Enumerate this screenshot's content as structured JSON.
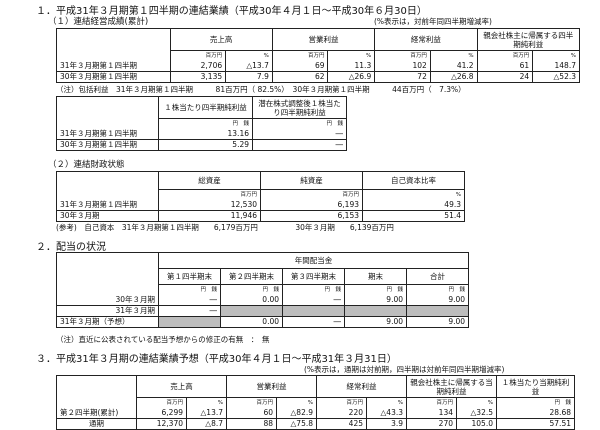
{
  "sec1": {
    "title": "１．平成31年３月期第１四半期の連結業績（平成30年４月１日～平成30年６月30日）",
    "sub1": "（１）連結経営成績(累計)",
    "pct_note": "(%表示は，対前年同四半期増減率)",
    "headers": [
      "売上高",
      "営業利益",
      "経常利益",
      "親会社株主に帰属する四半期純利益"
    ],
    "units": {
      "yen_m": "百万円",
      "pct": "%"
    },
    "rows": [
      {
        "label": "31年３月期第１四半期",
        "v": [
          "2,706",
          "△13.7",
          "69",
          "11.3",
          "102",
          "41.2",
          "61",
          "148.7"
        ]
      },
      {
        "label": "30年３月期第１四半期",
        "v": [
          "3,135",
          "7.9",
          "62",
          "△26.9",
          "72",
          "△26.8",
          "24",
          "△52.3"
        ]
      }
    ],
    "comprehensive": "（注）包括利益　31年３月期第１四半期　　　81百万円（ 82.5%）　30年３月期第１四半期　　　44百万円（　7.3%）",
    "eps_headers": [
      "１株当たり四半期純利益",
      "潜在株式調整後１株当たり四半期純利益"
    ],
    "eps_unit": "円　銭",
    "eps_rows": [
      {
        "label": "31年３月期第１四半期",
        "v": [
          "13.16",
          "―"
        ]
      },
      {
        "label": "30年３月期第１四半期",
        "v": [
          "5.29",
          "―"
        ]
      }
    ],
    "sub2": "（２）連結財政状態",
    "fin_headers": [
      "総資産",
      "純資産",
      "自己資本比率"
    ],
    "fin_units": [
      "百万円",
      "百万円",
      "%"
    ],
    "fin_rows": [
      {
        "label": "31年３月期第１四半期",
        "v": [
          "12,530",
          "6,193",
          "49.3"
        ]
      },
      {
        "label": "30年３月期",
        "v": [
          "11,946",
          "6,153",
          "51.4"
        ]
      }
    ],
    "equity_note": "(参考)　自己資本　31年３月期第１四半期　　6,179百万円　　　　　30年３月期　　6,139百万円"
  },
  "sec2": {
    "title": "２．配当の状況",
    "annual": "年間配当金",
    "headers": [
      "第１四半期末",
      "第２四半期末",
      "第３四半期末",
      "期末",
      "合計"
    ],
    "unit": "円　銭",
    "rows": [
      {
        "label": "30年３月期",
        "v": [
          "―",
          "0.00",
          "―",
          "9.00",
          "9.00"
        ]
      },
      {
        "label": "31年３月期",
        "v": [
          "―",
          "",
          "",
          "",
          ""
        ]
      },
      {
        "label": "31年３月期（予想）",
        "v": [
          "",
          "0.00",
          "―",
          "9.00",
          "9.00"
        ]
      }
    ],
    "note": "（注）直近に公表されている配当予想からの修正の有無　：　無"
  },
  "sec3": {
    "title": "３．平成31年３月期の連結業績予想（平成30年４月１日～平成31年３月31日）",
    "pct_note": "(%表示は，通期は対前期，四半期は対前年同四半期増減率)",
    "headers": [
      "売上高",
      "営業利益",
      "経常利益",
      "親会社株主に帰属する当期純利益",
      "１株当たり当期純利益"
    ],
    "units": {
      "yen_m": "百万円",
      "pct": "%",
      "yen": "円　銭"
    },
    "rows": [
      {
        "label": "第２四半期(累計)",
        "v": [
          "6,299",
          "△13.7",
          "60",
          "△82.9",
          "220",
          "△43.3",
          "134",
          "△32.5",
          "28.68"
        ]
      },
      {
        "label": "通期",
        "v": [
          "12,370",
          "△8.7",
          "88",
          "△75.8",
          "425",
          "3.9",
          "270",
          "105.0",
          "57.51"
        ]
      }
    ]
  }
}
